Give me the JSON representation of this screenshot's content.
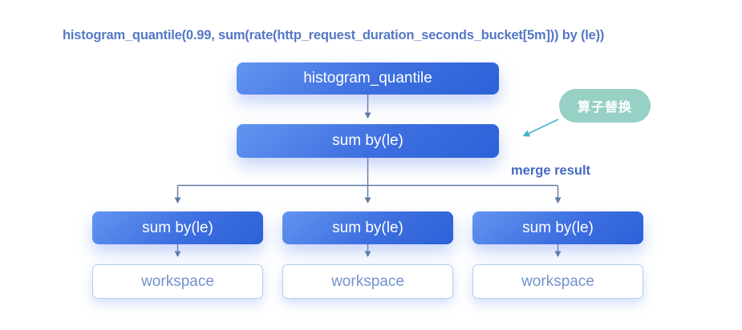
{
  "title": "histogram_quantile(0.99, sum(rate(http_request_duration_seconds_bucket[5m])) by (le))",
  "diagram": {
    "root_node": "histogram_quantile",
    "merge_node": "sum by(le)",
    "merge_label": "merge result",
    "annotation_badge": "算子替换",
    "child_nodes": [
      "sum by(le)",
      "sum by(le)",
      "sum by(le)"
    ],
    "leaf_nodes": [
      "workspace",
      "workspace",
      "workspace"
    ]
  },
  "colors": {
    "background": "#ffffff",
    "node_gradient_top": "#6494f0",
    "node_gradient_bottom": "#2c61d8",
    "node_text": "#ffffff",
    "badge_bg": "#97d0c5",
    "badge_text": "#ffffff",
    "title_text": "#5478c3",
    "merge_label_text": "#4468c0",
    "connector": "#5d7ba3",
    "annotation_arrow": "#45b5c8",
    "leaf_border": "#b6caef",
    "leaf_text": "#7493cd"
  }
}
